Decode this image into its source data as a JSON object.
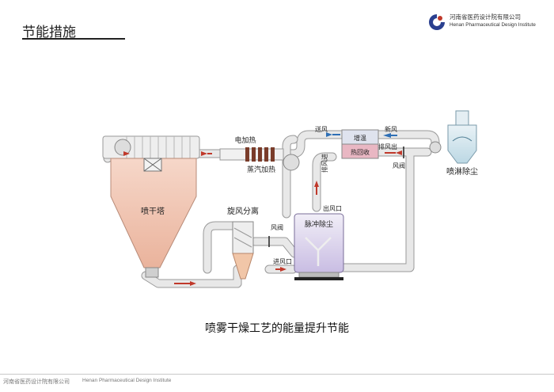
{
  "header": {
    "title": "节能措施",
    "logo_cn": "河南省医药设计院有限公司",
    "logo_en": "Henan Pharmaceutical Design Institute",
    "logo_icon": "hpdi-logo-icon"
  },
  "diagram": {
    "labels": {
      "spray_tower": "喷干塔",
      "electric_heating": "电加热",
      "steam_heating": "蒸汽加热",
      "cyclone": "旋风分离",
      "pulse_dust": "脉冲除尘",
      "spray_dust": "喷淋除尘",
      "heating_up": "增温",
      "heat_recovery": "热回收",
      "send_air": "送风",
      "fresh_air": "新风",
      "exhaust_in": "排风进",
      "exhaust_out": "排风出",
      "air_valve_right": "风阀",
      "air_outlet": "出风口",
      "air_valve_left": "风阀",
      "air_inlet": "进风口"
    },
    "colors": {
      "duct": "#e3e3e3",
      "duct_edge": "#9a9a9a",
      "arrow": "#c0392b",
      "fresh_arrow": "#2e6fb5",
      "tower": "#f2c7b4",
      "recovery": "#e9b7c3",
      "heating_box": "#dfe3ee",
      "pulse": "#d9d1ea"
    }
  },
  "caption": "喷雾干燥工艺的能量提升节能",
  "footer": {
    "cn": "河南省医药设计院有限公司",
    "en": "Henan Pharmaceutical Design Institute"
  }
}
